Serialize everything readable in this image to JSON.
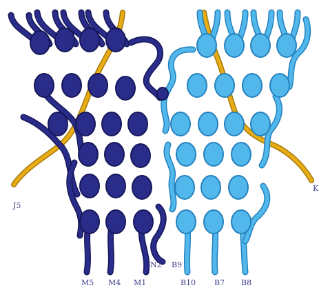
{
  "diagram": {
    "labels": {
      "left_edge": "J5",
      "right_edge": "K",
      "center_left": "N2",
      "center_right": "B9",
      "bottom": [
        "M5",
        "M4",
        "M1",
        "B10",
        "B7",
        "B8"
      ]
    },
    "colors": {
      "dark_macrame": "#2a2c8a",
      "dark_macrame_outline": "#16175a",
      "light_macrame": "#52b7ea",
      "light_macrame_outline": "#2581be",
      "accent_cord": "#e7ad16",
      "accent_cord_outline": "#a87708",
      "label_text": "#3b3b8c"
    }
  }
}
